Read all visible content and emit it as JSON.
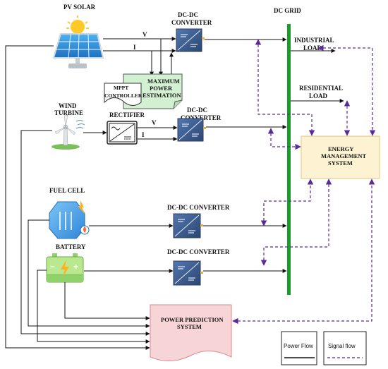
{
  "labels": {
    "pv_solar": "PV SOLAR",
    "dc_grid": "DC GRID",
    "conv1_l1": "DC-DC",
    "conv1_l2": "CONVERTER",
    "v1": "V",
    "i1": "I",
    "industrial_l1": "INDUSTRIAL",
    "industrial_l2": "LOAD",
    "mppt_l1": "MPPT",
    "mppt_l2": "CONTROLLER",
    "mpe_l1": "MAXIMUM",
    "mpe_l2": "POWER",
    "mpe_l3": "ESTIMATION",
    "residential_l1": "RESIDENTIAL",
    "residential_l2": "LOAD",
    "wind_l1": "WIND",
    "wind_l2": "TURBINE",
    "rectifier": "RECTIFIER",
    "conv2_l1": "DC-DC",
    "conv2_l2": "CONVERTER",
    "v2": "V",
    "i2": "I",
    "ems_l1": "ENERGY",
    "ems_l2": "MANAGEMENT",
    "ems_l3": "SYSTEM",
    "fuel_cell": "FUEL CELL",
    "conv3": "DC-DC CONVERTER",
    "battery": "BATTERY",
    "conv4": "DC-DC CONVERTER",
    "pps_l1": "POWER PREDICTION",
    "pps_l2": "SYSTEM",
    "legend_power": "Power Flow",
    "legend_signal": "Signal flow"
  },
  "colors": {
    "grid_bar": "#1a9c2a",
    "signal": "#5b2a99",
    "ems_fill": "#fdf3d2",
    "ems_stroke": "#e3c77a",
    "mpe_fill": "#d2f0d2",
    "pps_fill": "#f7d4d6",
    "pps_stroke": "#d98a8f",
    "converter_fill": "#3e5b8a"
  }
}
